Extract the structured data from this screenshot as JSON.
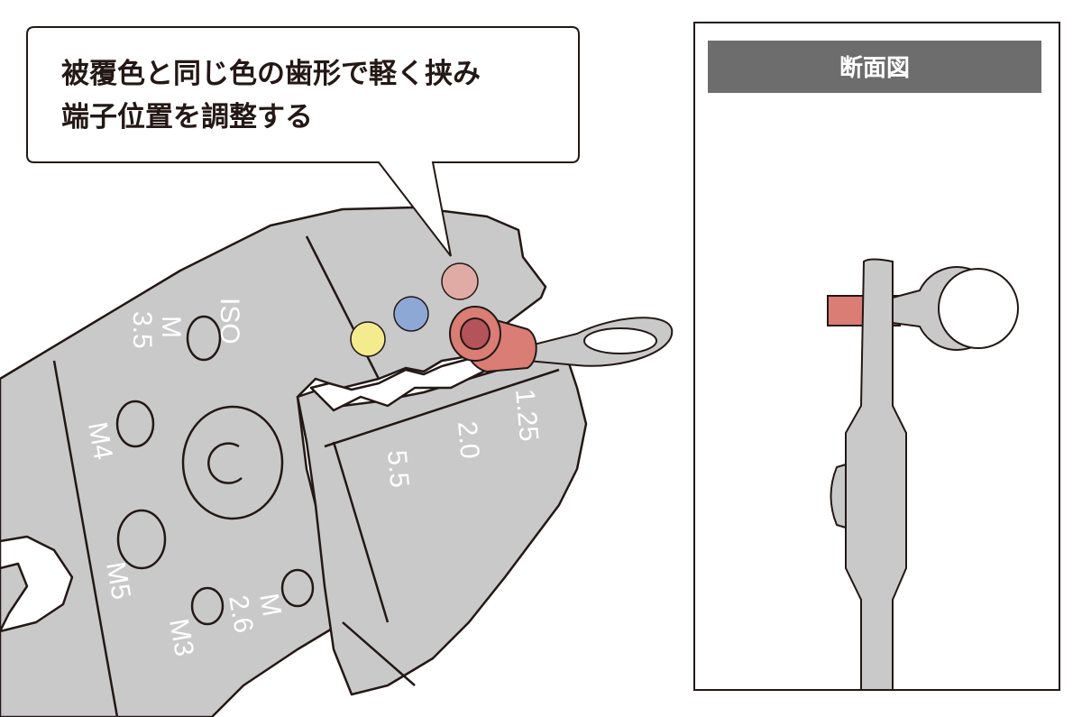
{
  "callout": {
    "line1": "被覆色と同じ色の歯形で軽く挟み",
    "line2": "端子位置を調整する"
  },
  "cross_section": {
    "title": "断面図"
  },
  "tool_labels": {
    "iso": "ISO",
    "m35_a": "M",
    "m35_b": "3.5",
    "m4": "M4",
    "m5": "M5",
    "m26_a": "M",
    "m26_b": "2.6",
    "m3": "M3",
    "s125": "1.25",
    "s20": "2.0",
    "s55": "5.5"
  },
  "colors": {
    "tool_gray": "#c9c9ca",
    "outline": "#231815",
    "die_red": "#e1aba5",
    "die_blue": "#8ea8d6",
    "die_yellow": "#f4ea8e",
    "terminal_red": "#d97d75",
    "header_gray": "#6d6d6e"
  }
}
